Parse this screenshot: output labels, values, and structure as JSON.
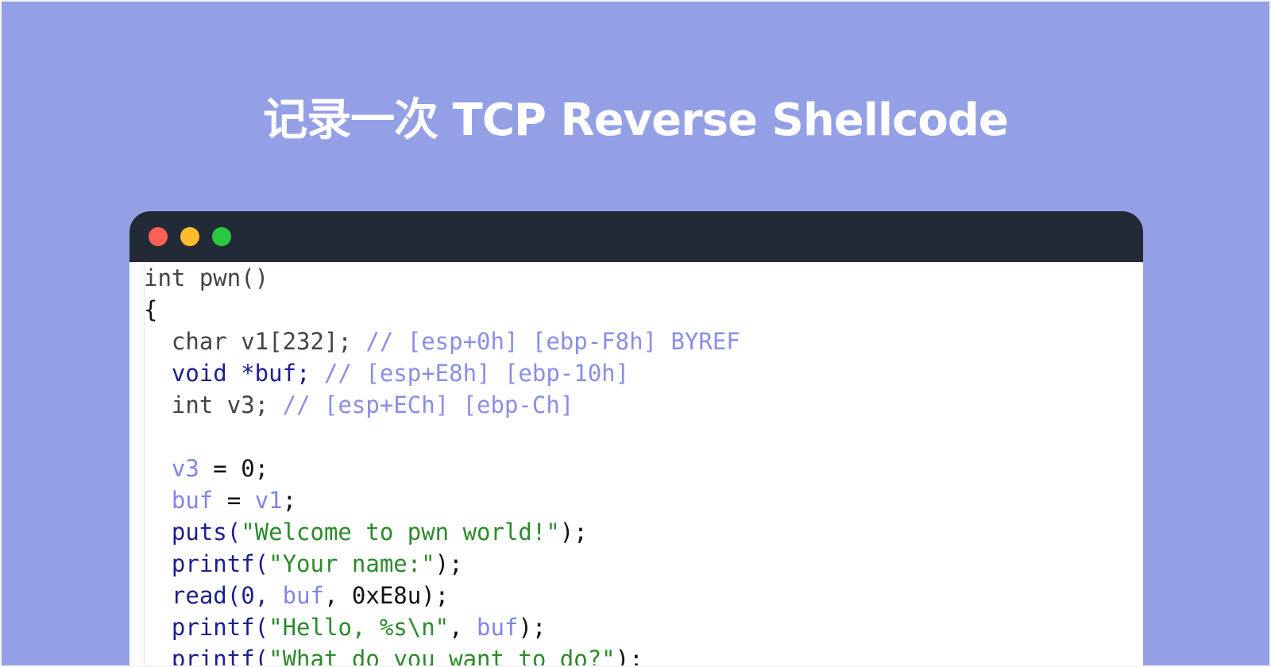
{
  "header": {
    "title": "记录一次 TCP Reverse Shellcode"
  },
  "window": {
    "controls": [
      "close",
      "minimize",
      "maximize"
    ]
  },
  "code": {
    "lines": [
      {
        "parts": [
          {
            "t": "int pwn()",
            "c": "k"
          }
        ]
      },
      {
        "parts": [
          {
            "t": "{",
            "c": "p"
          }
        ]
      },
      {
        "parts": [
          {
            "t": "  char v1[232]; ",
            "c": "k"
          },
          {
            "t": "// [esp+0h] [ebp-F8h] BYREF",
            "c": "cm"
          }
        ]
      },
      {
        "parts": [
          {
            "t": "  void *buf; ",
            "c": "f"
          },
          {
            "t": "// [esp+E8h] [ebp-10h]",
            "c": "cm"
          }
        ]
      },
      {
        "parts": [
          {
            "t": "  int v3; ",
            "c": "k"
          },
          {
            "t": "// [esp+ECh] [ebp-Ch]",
            "c": "cm"
          }
        ]
      },
      {
        "parts": [
          {
            "t": "",
            "c": "p"
          }
        ]
      },
      {
        "parts": [
          {
            "t": "  v3",
            "c": "v"
          },
          {
            "t": " = 0;",
            "c": "p"
          }
        ]
      },
      {
        "parts": [
          {
            "t": "  buf",
            "c": "v"
          },
          {
            "t": " = ",
            "c": "p"
          },
          {
            "t": "v1",
            "c": "v"
          },
          {
            "t": ";",
            "c": "p"
          }
        ]
      },
      {
        "parts": [
          {
            "t": "  puts(",
            "c": "f"
          },
          {
            "t": "\"Welcome to pwn world!\"",
            "c": "s"
          },
          {
            "t": ");",
            "c": "p"
          }
        ]
      },
      {
        "parts": [
          {
            "t": "  printf(",
            "c": "f"
          },
          {
            "t": "\"Your name:\"",
            "c": "s"
          },
          {
            "t": ");",
            "c": "p"
          }
        ]
      },
      {
        "parts": [
          {
            "t": "  read(0, ",
            "c": "f"
          },
          {
            "t": "buf",
            "c": "v"
          },
          {
            "t": ", 0xE8u);",
            "c": "p"
          }
        ]
      },
      {
        "parts": [
          {
            "t": "  printf(",
            "c": "f"
          },
          {
            "t": "\"Hello, %s\\n\"",
            "c": "s"
          },
          {
            "t": ", ",
            "c": "p"
          },
          {
            "t": "buf",
            "c": "v"
          },
          {
            "t": ");",
            "c": "p"
          }
        ]
      },
      {
        "parts": [
          {
            "t": "  printf(",
            "c": "f"
          },
          {
            "t": "\"What do you want to do?\"",
            "c": "s"
          },
          {
            "t": ");",
            "c": "p"
          }
        ]
      }
    ]
  },
  "colors": {
    "background": "#94a0e6",
    "titlebar": "#222a37",
    "close": "#ff5f57",
    "minimize": "#ffbd2e",
    "maximize": "#28c840"
  }
}
